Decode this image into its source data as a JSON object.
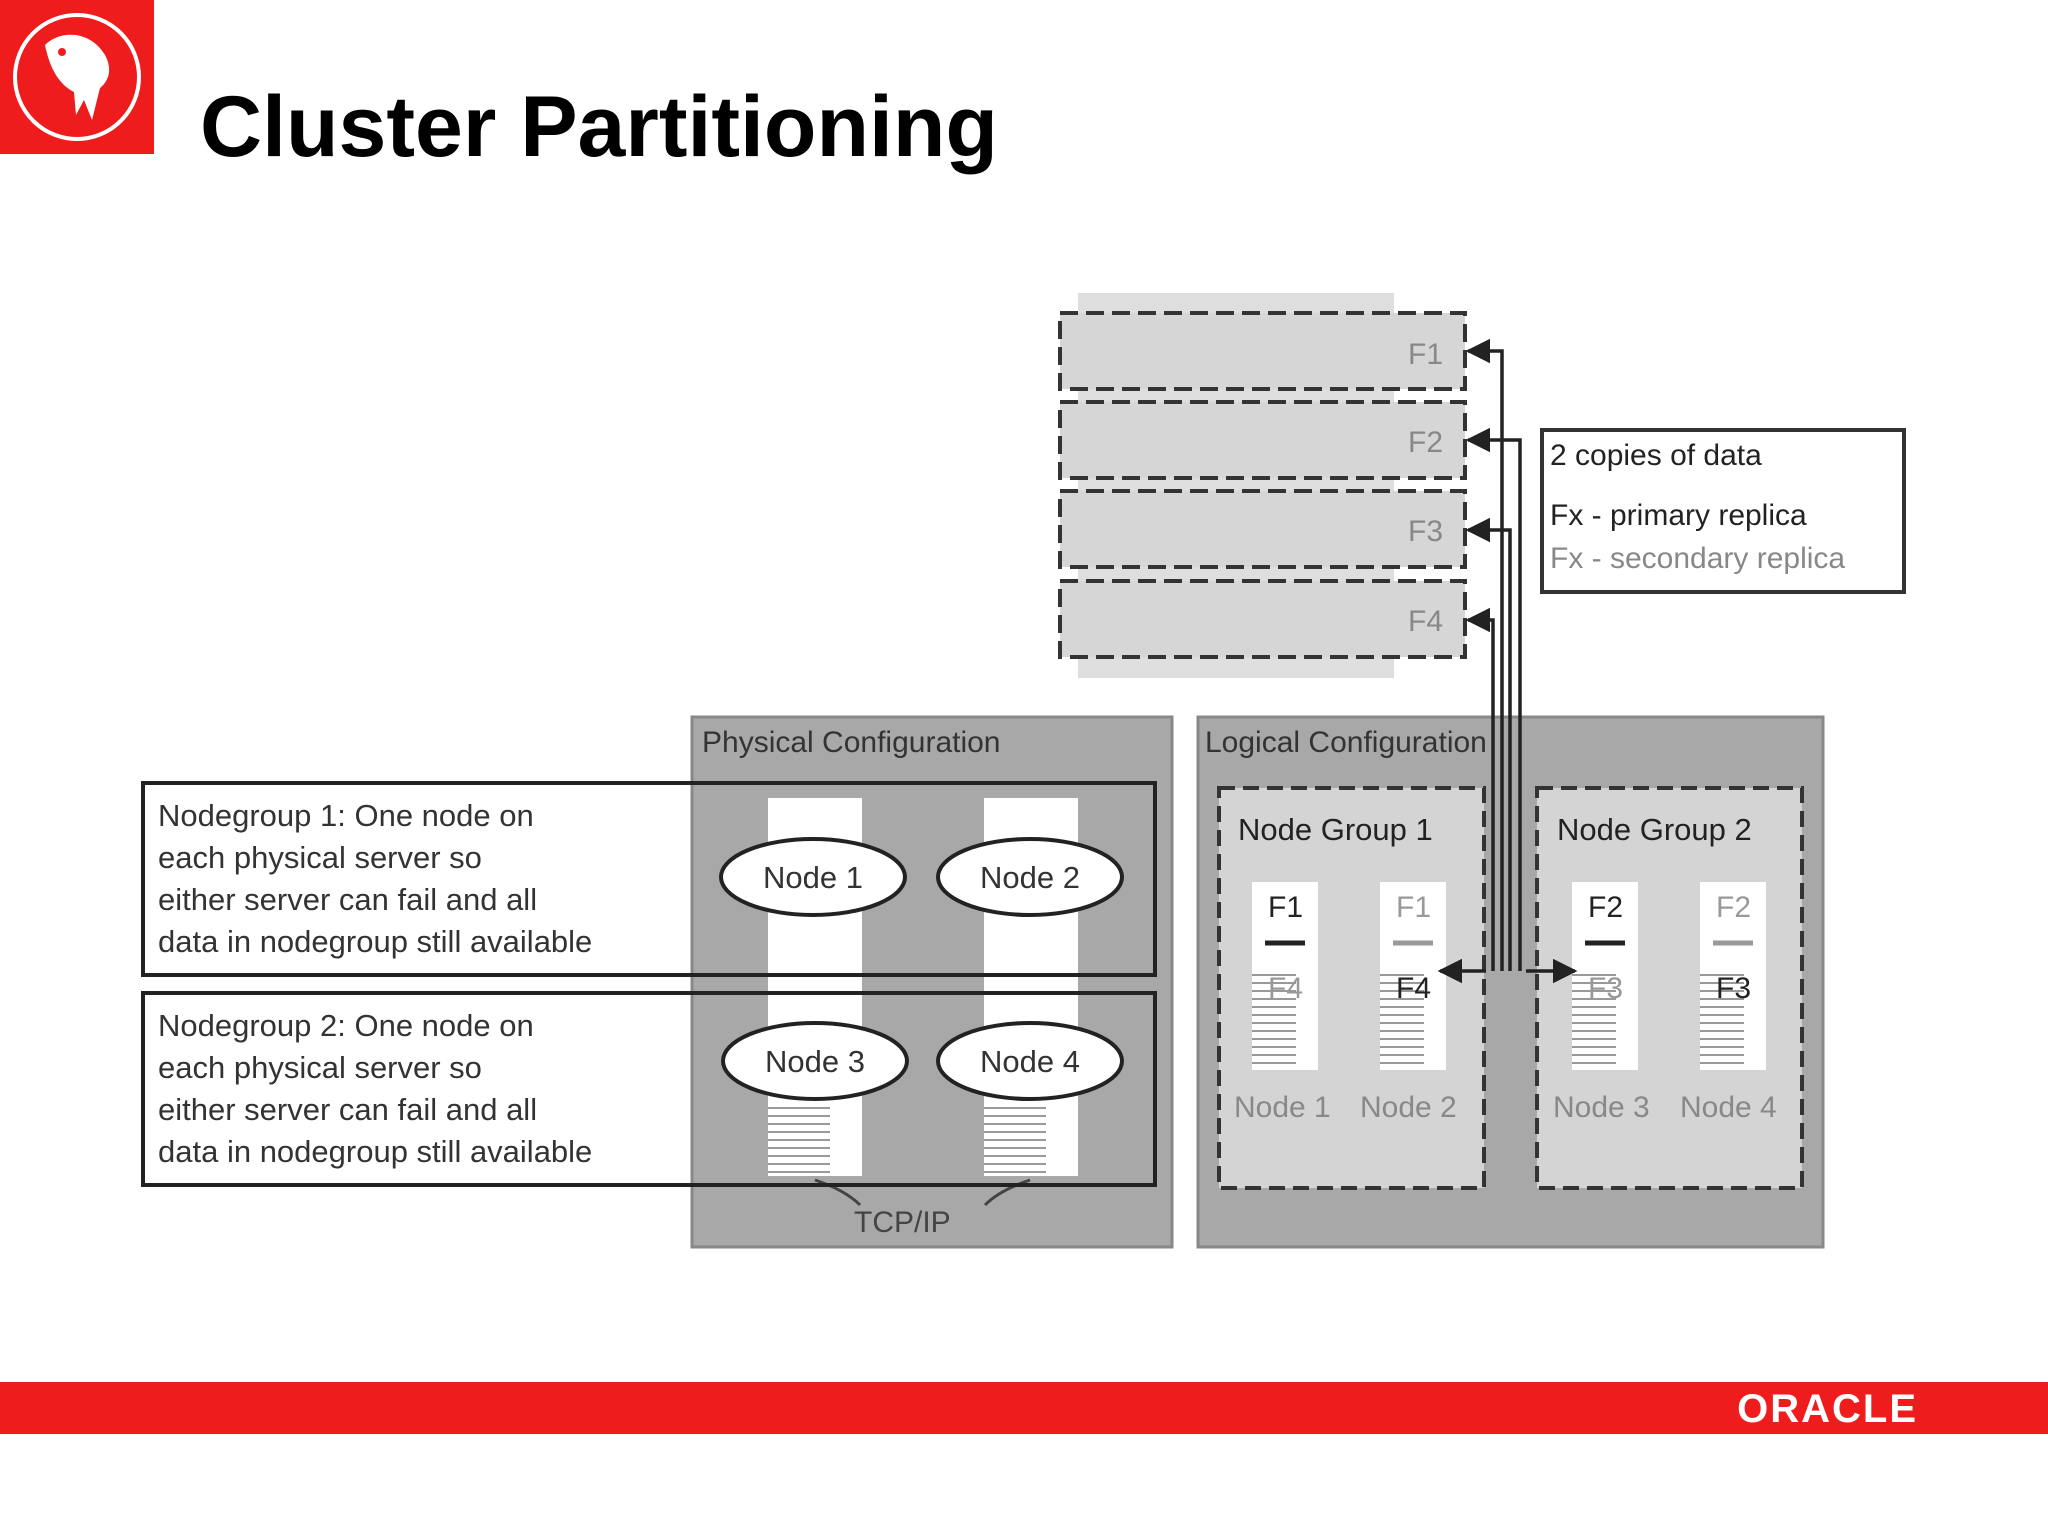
{
  "title": "Cluster Partitioning",
  "brand": "ORACLE",
  "colors": {
    "brand_red": "#ee1c1c",
    "panel_gray": "#a8a8a8",
    "inner_gray": "#d4d4d4",
    "fragment_gray": "#d8d8d8"
  },
  "fragments": [
    "F1",
    "F2",
    "F3",
    "F4"
  ],
  "legend": {
    "line1": "2 copies of data",
    "line2": "Fx - primary replica",
    "line3": "Fx - secondary replica"
  },
  "physical": {
    "title": "Physical Configuration",
    "nodes": [
      "Node 1",
      "Node 2",
      "Node 3",
      "Node 4"
    ],
    "tcp": "TCP/IP"
  },
  "logical": {
    "title": "Logical Configuration",
    "group1": {
      "title": "Node Group 1",
      "primary": [
        "F1",
        "F1"
      ],
      "secondary": [
        "F4",
        "F4"
      ],
      "nodes": [
        "Node 1",
        "Node 2"
      ]
    },
    "group2": {
      "title": "Node Group 2",
      "primary": [
        "F2",
        "F2"
      ],
      "secondary": [
        "F3",
        "F3"
      ],
      "nodes": [
        "Node 3",
        "Node 4"
      ]
    }
  },
  "nodegroup1_note": [
    "Nodegroup 1: One node on",
    "each physical server so",
    "either server can fail and all",
    "data in nodegroup still available"
  ],
  "nodegroup2_note": [
    "Nodegroup 2: One node on",
    "each physical server so",
    "either server can fail and all",
    "data in nodegroup still available"
  ]
}
